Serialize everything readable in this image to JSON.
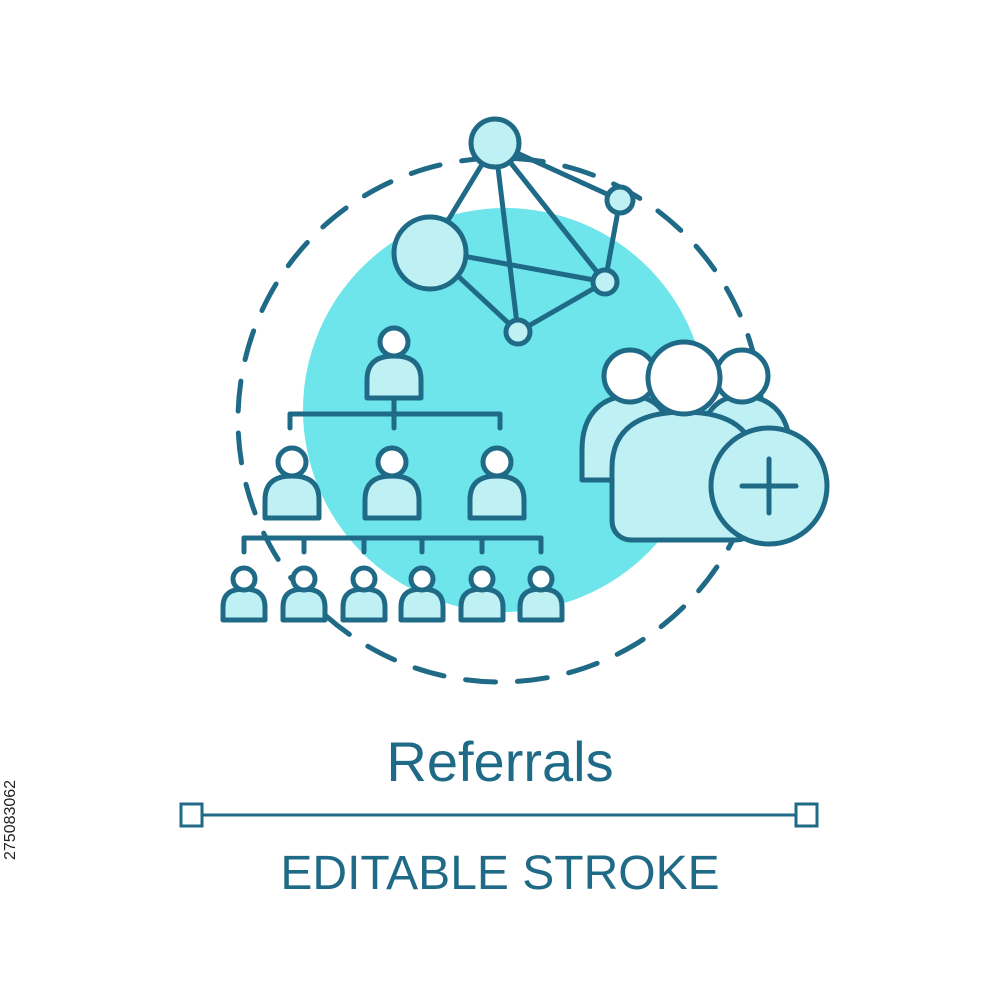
{
  "title": "Referrals",
  "subtitle": "EDITABLE STROKE",
  "stock_id": "275083062",
  "icons": {
    "network": "network-nodes-icon",
    "hierarchy": "team-hierarchy-icon",
    "group": "user-group-icon",
    "add": "plus-icon"
  },
  "colors": {
    "stroke": "#1f6a86",
    "fill": "#bff1f4",
    "accent_circle": "#6ee5ea",
    "background": "#ffffff"
  }
}
